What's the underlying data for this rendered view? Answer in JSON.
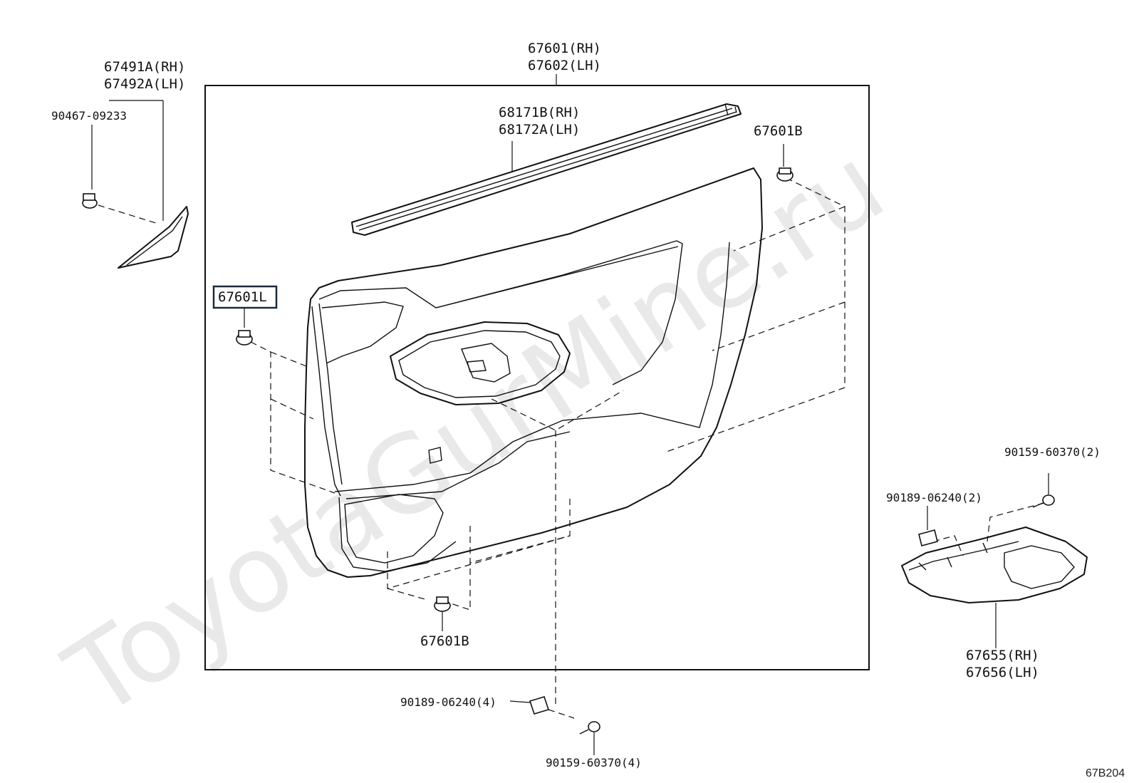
{
  "diagram": {
    "figure_id": "67B204",
    "watermark": "ToyotaGurMine.ru",
    "labels": {
      "door_trim_board_rh": "67601(RH)",
      "door_trim_board_lh": "67602(LH)",
      "weatherstrip_rh": "68171B(RH)",
      "weatherstrip_lh": "68172A(LH)",
      "clip_top_right": "67601B",
      "clip_bottom": "67601B",
      "clip_left_highlighted": "67601L",
      "mirror_garnish_rh": "67491A(RH)",
      "mirror_garnish_lh": "67492A(LH)",
      "mirror_screw": "90467-09233",
      "armrest_screw": "90159-60370(2)",
      "armrest_nut": "90189-06240(2)",
      "armrest_base_rh": "67655(RH)",
      "armrest_base_lh": "67656(LH)",
      "bottom_nut": "90189-06240(4)",
      "bottom_screw": "90159-60370(4)"
    }
  }
}
